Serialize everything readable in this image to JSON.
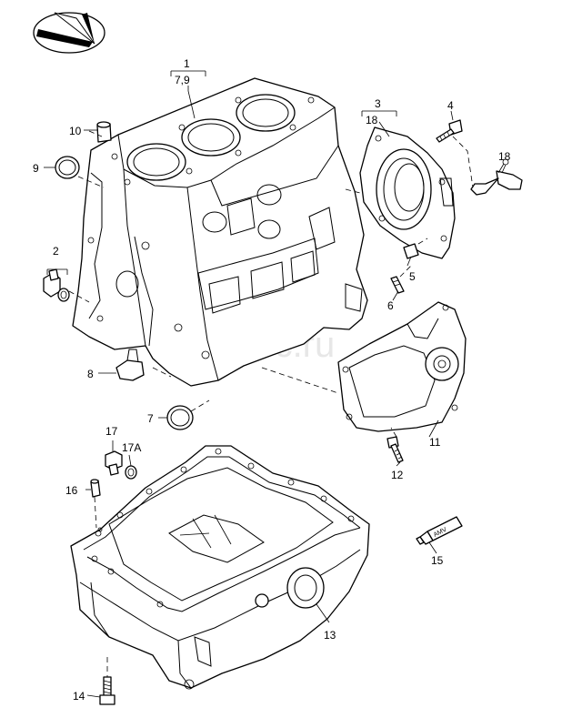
{
  "diagram": {
    "watermark": "Vagtec.ru",
    "callouts": {
      "c1": "1",
      "c1_sub": "7,9",
      "c2": "2",
      "c3": "3",
      "c3_sub": "18",
      "c4": "4",
      "c5": "5",
      "c6": "6",
      "c7": "7",
      "c8": "8",
      "c9": "9",
      "c10": "10",
      "c11": "11",
      "c12": "12",
      "c13": "13",
      "c14": "14",
      "c15": "15",
      "c16": "16",
      "c17": "17",
      "c17a": "17A",
      "c18": "18"
    },
    "tube_label": "AMV"
  }
}
